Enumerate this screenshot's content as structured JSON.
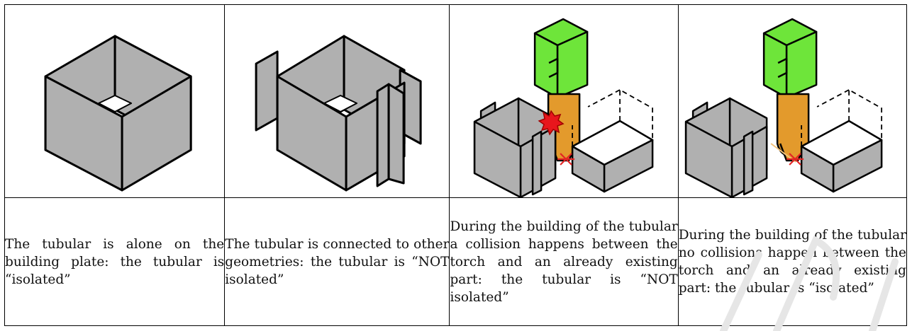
{
  "table": {
    "captions": [
      "The tubular is alone on the building plate: the tubular is “isolated”",
      "The tubular is connected to other geometries: the tubular is “NOT isolated”",
      "During the building of the tubular a collision happens between the torch and an already existing part: the tubular is “NOT isolated”",
      "During the building of the tubular no collisions happen between the torch and an already existing part: the tubular is “isolated”"
    ]
  },
  "colors": {
    "wall_gray": "#b0b0b0",
    "torch_head_green": "#6ee53a",
    "nozzle_orange": "#e39a2c",
    "collision_red": "#e8161c",
    "weld_point_red": "#e32424",
    "watermark": "#e6e6e6"
  }
}
